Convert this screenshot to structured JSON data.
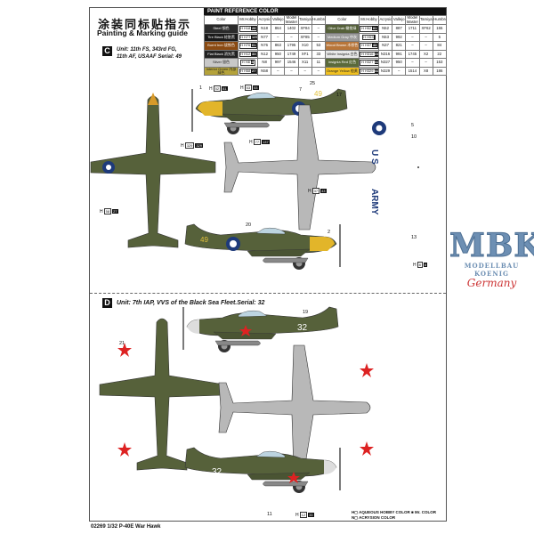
{
  "header": {
    "title_cn": "涂装同标贴指示",
    "title_en": "Painting & Marking guide"
  },
  "paint_table": {
    "title": "PAINT REFERENCE COLOR",
    "columns": [
      "Color",
      "Mr.Hobby",
      "Acrysion",
      "Vallejo",
      "Model Master",
      "Tamiya",
      "Humbrol"
    ],
    "left_rows": [
      {
        "color": "Steel 钢色",
        "swatch": "#2a2a2a",
        "mr": "H18",
        "mc": "28",
        "acr": "N18",
        "vallejo": "864",
        "mm": "1402",
        "tamiya": "XF84",
        "humbrol": "–"
      },
      {
        "color": "Tire Black 轮胎黑",
        "swatch": "#1a1a1a",
        "mr": "H77",
        "mc": "137",
        "acr": "N77",
        "vallejo": "–",
        "mm": "–",
        "tamiya": "XF85",
        "humbrol": "–"
      },
      {
        "color": "Burnt Iron 烧铁色",
        "swatch": "#8a4a12",
        "mr": "H76",
        "mc": "61",
        "acr": "N76",
        "vallejo": "863",
        "mm": "1795",
        "tamiya": "X10",
        "humbrol": "53"
      },
      {
        "color": "Flat Black 消光黑",
        "swatch": "#222",
        "mr": "H12",
        "mc": "33",
        "acr": "N12",
        "vallejo": "950",
        "mm": "1749",
        "tamiya": "XF1",
        "humbrol": "33"
      },
      {
        "color": "Silver 银色",
        "swatch": "#c8c8c8",
        "mr": "H8",
        "mc": "8",
        "acr": "N8",
        "vallejo": "997",
        "mm": "1546",
        "tamiya": "X11",
        "humbrol": "11"
      },
      {
        "color": "Interior Green 内部绿色",
        "swatch": "#b4a23a",
        "mr": "H58",
        "mc": "27",
        "acr": "N58",
        "vallejo": "–",
        "mm": "–",
        "tamiya": "–",
        "humbrol": "–"
      }
    ],
    "right_rows": [
      {
        "color": "Olive Drab 橄榄绿",
        "swatch": "#55603a",
        "mr": "H52",
        "mc": "81",
        "acr": "N52",
        "vallejo": "887",
        "mm": "1711",
        "tamiya": "XF62",
        "humbrol": "155"
      },
      {
        "color": "Medium Gray 中灰",
        "swatch": "#9a9a9a",
        "mr": "H53",
        "mc": "",
        "acr": "N53",
        "vallejo": "992",
        "mm": "–",
        "tamiya": "–",
        "humbrol": "5"
      },
      {
        "color": "Wood Brown 木棕色",
        "swatch": "#b8763a",
        "mr": "H37",
        "mc": "43",
        "acr": "N37",
        "vallejo": "821",
        "mm": "–",
        "tamiya": "–",
        "humbrol": "84"
      },
      {
        "color": "White Insignia 白色",
        "swatch": "#e8e8e8",
        "mr": "H316",
        "mc": "316",
        "acr": "N316",
        "vallejo": "991",
        "mm": "1745",
        "tamiya": "X2",
        "humbrol": "22"
      },
      {
        "color": "Insignia Red 红色",
        "swatch": "#5a6a3a",
        "mr": "H327",
        "mc": "327",
        "acr": "N327",
        "vallejo": "950",
        "mm": "–",
        "tamiya": "–",
        "humbrol": "153"
      },
      {
        "color": "Orange Yellow 橙黄",
        "swatch": "#f0c020",
        "mr": "H329",
        "mc": "329",
        "acr": "N329",
        "vallejo": "–",
        "mm": "1514",
        "tamiya": "X8",
        "humbrol": "186"
      }
    ]
  },
  "sections": [
    {
      "badge": "C",
      "unit_line1": "Unit: 11th FS, 343rd FG,",
      "unit_line2": "11th AF, USAAF Serial: 49"
    },
    {
      "badge": "D",
      "unit_line1": "Unit: 7th IAP, VVS of the Black Sea Fleet.Serial: 32",
      "unit_line2": ""
    }
  ],
  "markings": {
    "serial_c": "49",
    "serial_d": "32",
    "wing_us": "U S",
    "wing_army": "ARMY"
  },
  "callouts": [
    {
      "h": "H",
      "n": "52",
      "k": "81"
    },
    {
      "h": "H",
      "n": "53",
      "k": "53"
    },
    {
      "h": "H",
      "n": "329",
      "k": "329"
    },
    {
      "h": "H",
      "n": "77",
      "k": "137"
    },
    {
      "h": "H",
      "n": "8",
      "k": "8"
    },
    {
      "h": "H",
      "n": "12",
      "k": "33"
    },
    {
      "h": "H",
      "n": "37",
      "k": "43"
    },
    {
      "h": "H",
      "n": "58",
      "k": "27"
    }
  ],
  "part_numbers": [
    "1",
    "25",
    "7",
    "17",
    "5",
    "10",
    "13",
    "20",
    "2",
    "21",
    "19",
    "11"
  ],
  "legend": {
    "line1": "H◻ AQUEOUS HOBBY COLOR   ■ Mr. COLOR",
    "line2": "N◻ ACRYSION COLOR"
  },
  "caption": "02269  1/32  P-40E War Hawk",
  "logo": {
    "main": "MBK",
    "sub": "MODELLBAU KOENIG",
    "script": "Germany"
  }
}
